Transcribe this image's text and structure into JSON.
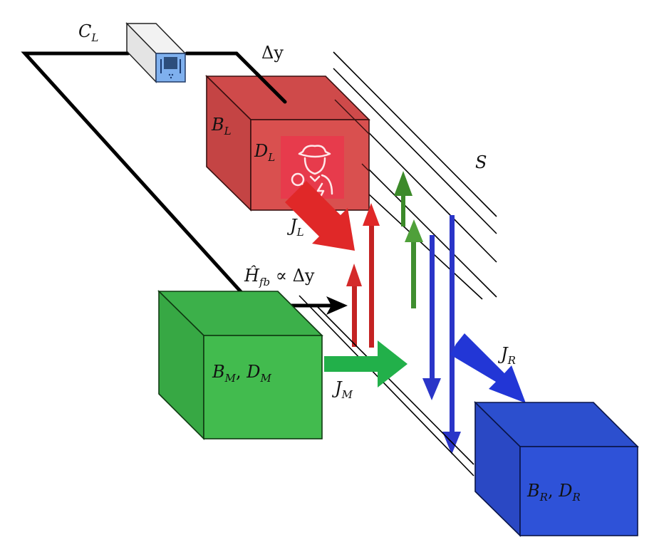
{
  "diagram": {
    "labels": {
      "capacitor": {
        "main": "C",
        "sub": "L"
      },
      "delta_y": "Δy",
      "left_box_b": {
        "main": "B",
        "sub": "L"
      },
      "left_box_d": {
        "main": "D",
        "sub": "L"
      },
      "sheet": "S",
      "j_left": {
        "main": "J",
        "sub": "L"
      },
      "feedback": {
        "main": "Ĥ",
        "sub": "fb",
        "rest": " ∝ Δy"
      },
      "middle_box": {
        "b": "B",
        "b_sub": "M",
        "sep": ", ",
        "d": "D",
        "d_sub": "M"
      },
      "j_middle": {
        "main": "J",
        "sub": "M"
      },
      "j_right": {
        "main": "J",
        "sub": "R"
      },
      "right_box": {
        "b": "B",
        "b_sub": "R",
        "sep": ", ",
        "d": "D",
        "d_sub": "R"
      }
    },
    "colors": {
      "left_box": "#d4504f",
      "middle_box": "#3cb84a",
      "right_box": "#2a4fd8",
      "red_arrow": "#e02828",
      "green_arrow": "#3c8a2a",
      "blue_arrow": "#2a35c8",
      "wire": "#000000",
      "badge": "#e8394c"
    },
    "overlay_badge": {
      "icon": "detective-icon"
    }
  }
}
